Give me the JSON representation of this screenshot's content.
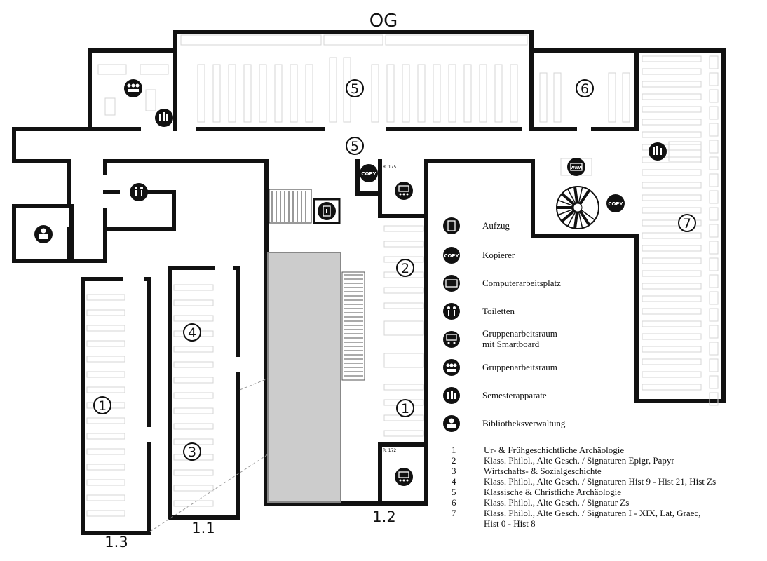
{
  "title": "OG",
  "area_numbers": [
    "1",
    "2",
    "3",
    "4",
    "5",
    "5",
    "6",
    "7",
    "1"
  ],
  "room_labels": {
    "r175": "R. 175",
    "r172": "R. 172",
    "copy_badge": "COPY",
    "www_badge": "WWW"
  },
  "wing_labels": {
    "wing_1_3": "1.3",
    "wing_1_1": "1.1",
    "wing_1_2": "1.2"
  },
  "legend_icons": [
    {
      "icon": "elevator-icon",
      "label": "Aufzug"
    },
    {
      "icon": "copier-icon",
      "label": "Kopierer"
    },
    {
      "icon": "computer-icon",
      "label": "Computerarbeitsplatz"
    },
    {
      "icon": "toilet-icon",
      "label": "Toiletten"
    },
    {
      "icon": "smartboard-group-icon",
      "label": "Gruppenarbeitsraum",
      "label2": "mit Smartboard"
    },
    {
      "icon": "group-room-icon",
      "label": "Gruppenarbeitsraum"
    },
    {
      "icon": "reserve-shelf-icon",
      "label": "Semesterapparate"
    },
    {
      "icon": "admin-icon",
      "label": "Bibliotheksverwaltung"
    }
  ],
  "legend_numbers": [
    {
      "num": "1",
      "text": "Ur- & Frühgeschichtliche Archäologie"
    },
    {
      "num": "2",
      "text": "Klass. Philol., Alte Gesch. / Signaturen Epigr, Papyr"
    },
    {
      "num": "3",
      "text": "Wirtschafts- & Sozialgeschichte"
    },
    {
      "num": "4",
      "text": "Klass. Philol., Alte Gesch. / Signaturen Hist 9 - Hist 21, Hist Zs"
    },
    {
      "num": "5",
      "text": "Klassische & Christliche Archäologie"
    },
    {
      "num": "6",
      "text": "Klass. Philol., Alte Gesch. / Signatur Zs"
    },
    {
      "num": "7",
      "text": "Klass. Philol., Alte Gesch. / Signaturen I - XIX, Lat, Graec,",
      "text2": "Hist 0 - Hist 8"
    }
  ],
  "colors": {
    "wall": "#111111",
    "atrium": "#cccccc",
    "shelf": "#d4d4d4"
  }
}
